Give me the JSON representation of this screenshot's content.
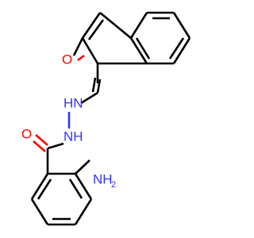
{
  "molecule": {
    "atoms": {
      "carbonyl_oxygen_ring": "O",
      "hydrazone_nh_upper": "HN",
      "hydrazone_nh_lower": "NH",
      "amide_oxygen": "O",
      "amine_nh": "NH",
      "amine_h_subscript": "2"
    },
    "colors": {
      "oxygen": "#ff0000",
      "nitrogen": "#3333ff",
      "bond": "#000000",
      "background": "#ffffff"
    }
  }
}
